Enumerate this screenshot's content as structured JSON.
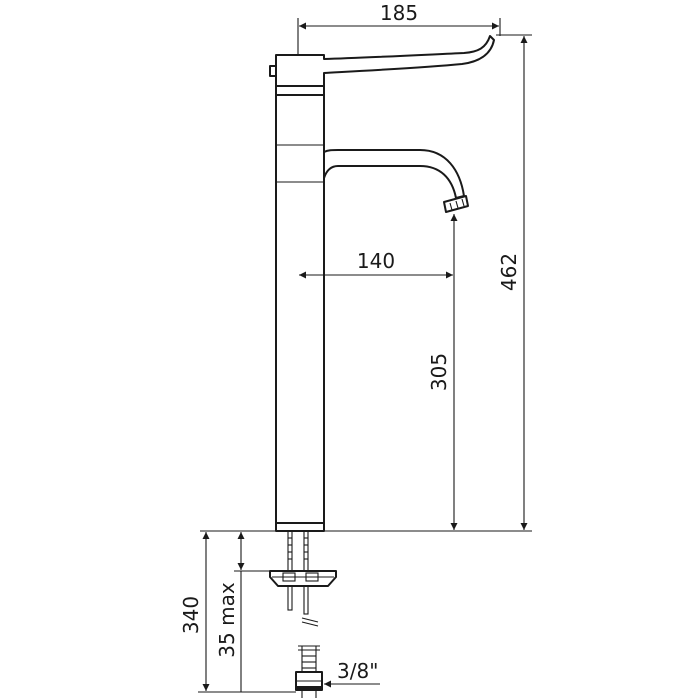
{
  "diagram": {
    "dimensions": {
      "overall_width": "185",
      "spout_reach": "140",
      "spout_height": "305",
      "overall_height": "462",
      "below_deck_length": "340",
      "max_deck_thickness": "35 max",
      "connection_size": "3/8\""
    }
  }
}
